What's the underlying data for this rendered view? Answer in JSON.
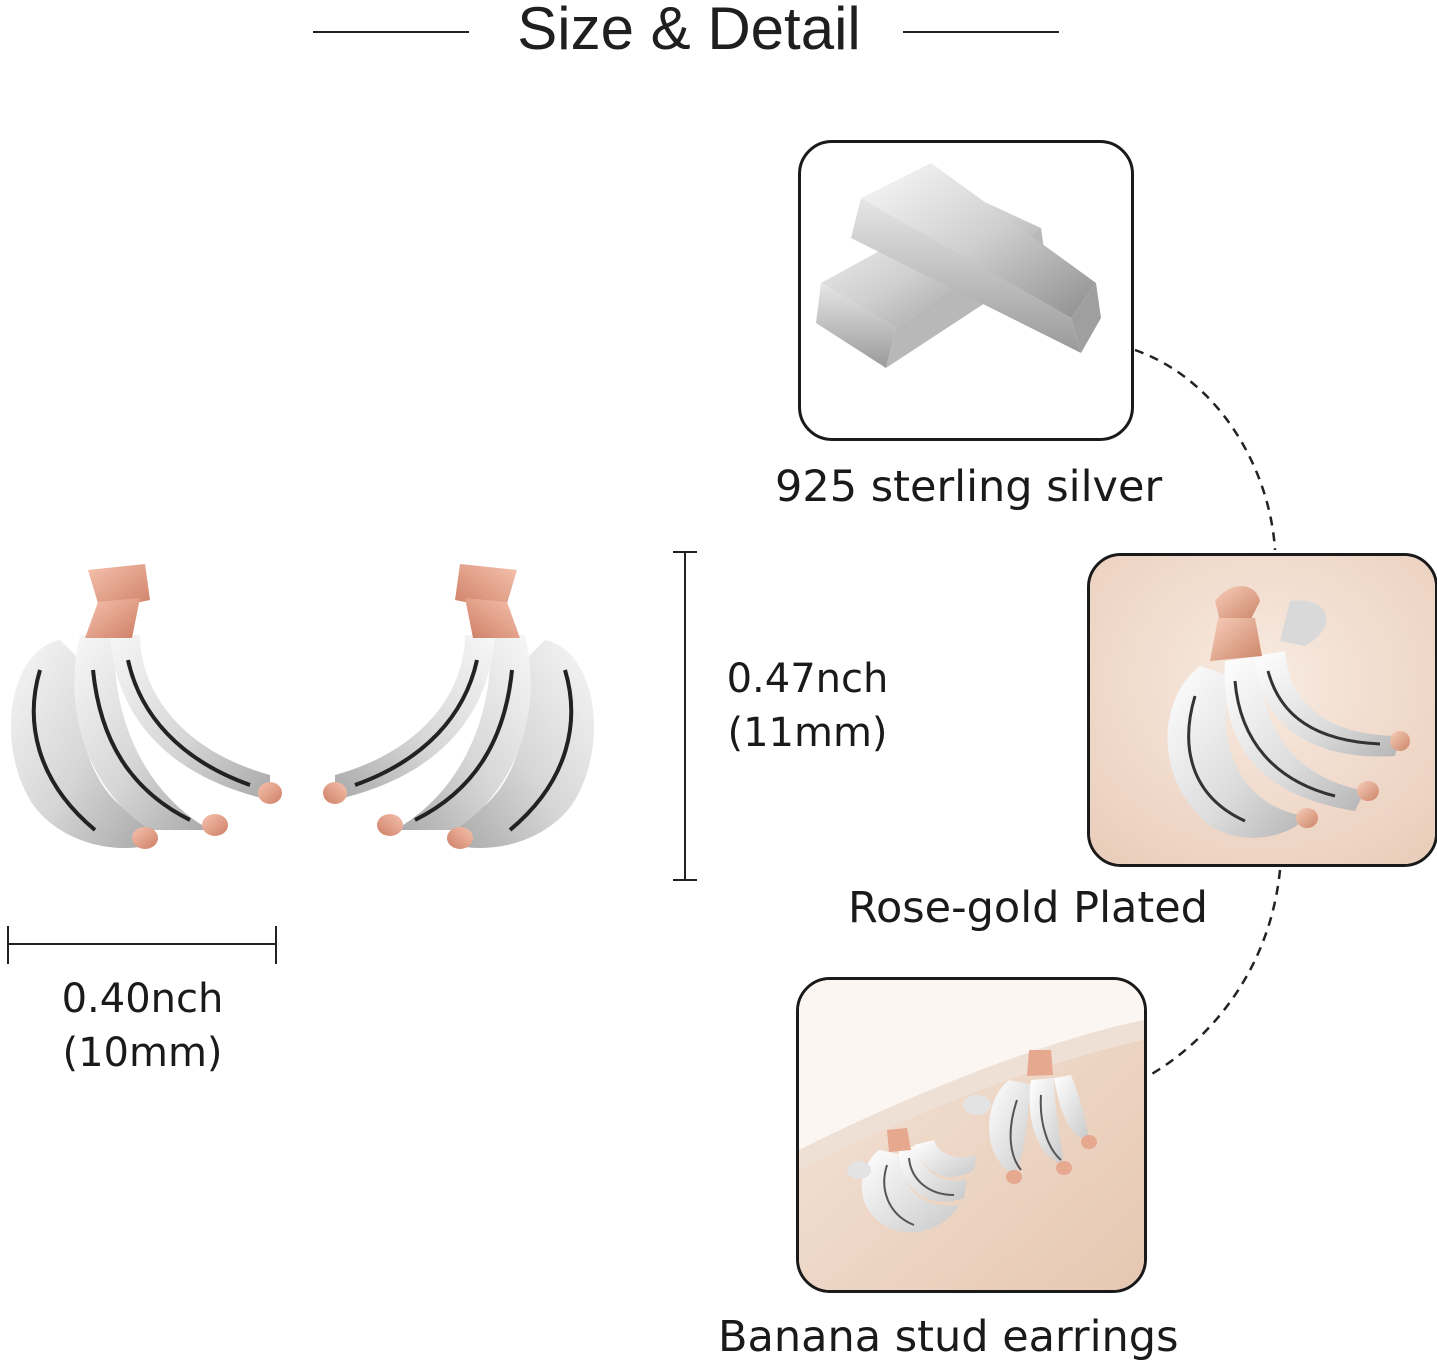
{
  "header": {
    "title": "Size & Detail"
  },
  "dimensions": {
    "height_inch": "0.47nch",
    "height_mm": "(11mm)",
    "width_inch": "0.40nch",
    "width_mm": "(10mm)"
  },
  "details": [
    {
      "label": "925 sterling silver",
      "icon": "silver-bar-image"
    },
    {
      "label": "Rose-gold Plated",
      "icon": "rose-gold-earring-closeup"
    },
    {
      "label": "Banana stud earrings",
      "icon": "earrings-pair-photo"
    }
  ],
  "colors": {
    "silver": "#d9d9d9",
    "rose_gold": "#e8a48c",
    "background": "#ffffff",
    "photo_bg": "#f4e0d2"
  }
}
